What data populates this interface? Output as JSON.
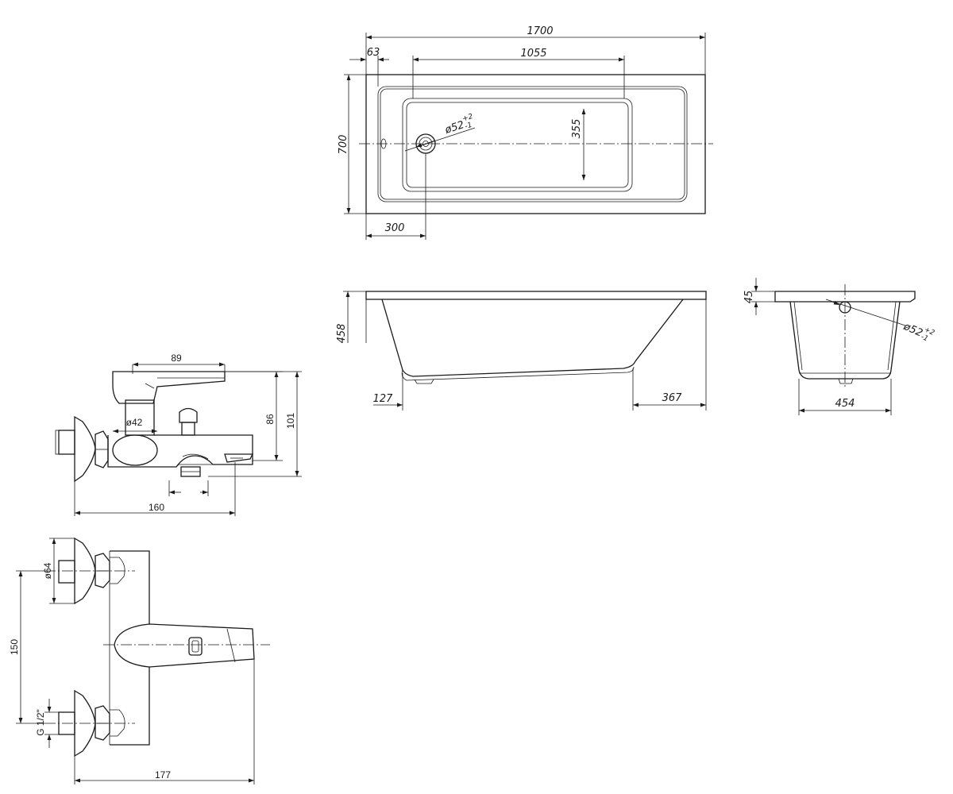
{
  "bathtub": {
    "top_view": {
      "length": "1700",
      "rim_offset": "63",
      "inner_length": "1055",
      "width": "700",
      "drain_offset": "300",
      "inner_width": "355",
      "drain_diameter": "ø52",
      "drain_tol_plus": "+2",
      "drain_tol_minus": "-1"
    },
    "side_view": {
      "height": "458",
      "left_offset": "127",
      "right_offset": "367"
    },
    "end_view": {
      "rim_height": "45",
      "bottom_width": "454",
      "drain_diameter": "ø52",
      "drain_tol_plus": "+2",
      "drain_tol_minus": "-1"
    }
  },
  "mixer": {
    "side_view": {
      "lever_length": "89",
      "body_diameter": "ø42",
      "outlet_height": "86",
      "total_height": "101",
      "depth": "160"
    },
    "front_view": {
      "escutcheon_diameter": "ø64",
      "center_distance": "150",
      "thread": "G 1/2\"",
      "total_length": "177"
    }
  }
}
